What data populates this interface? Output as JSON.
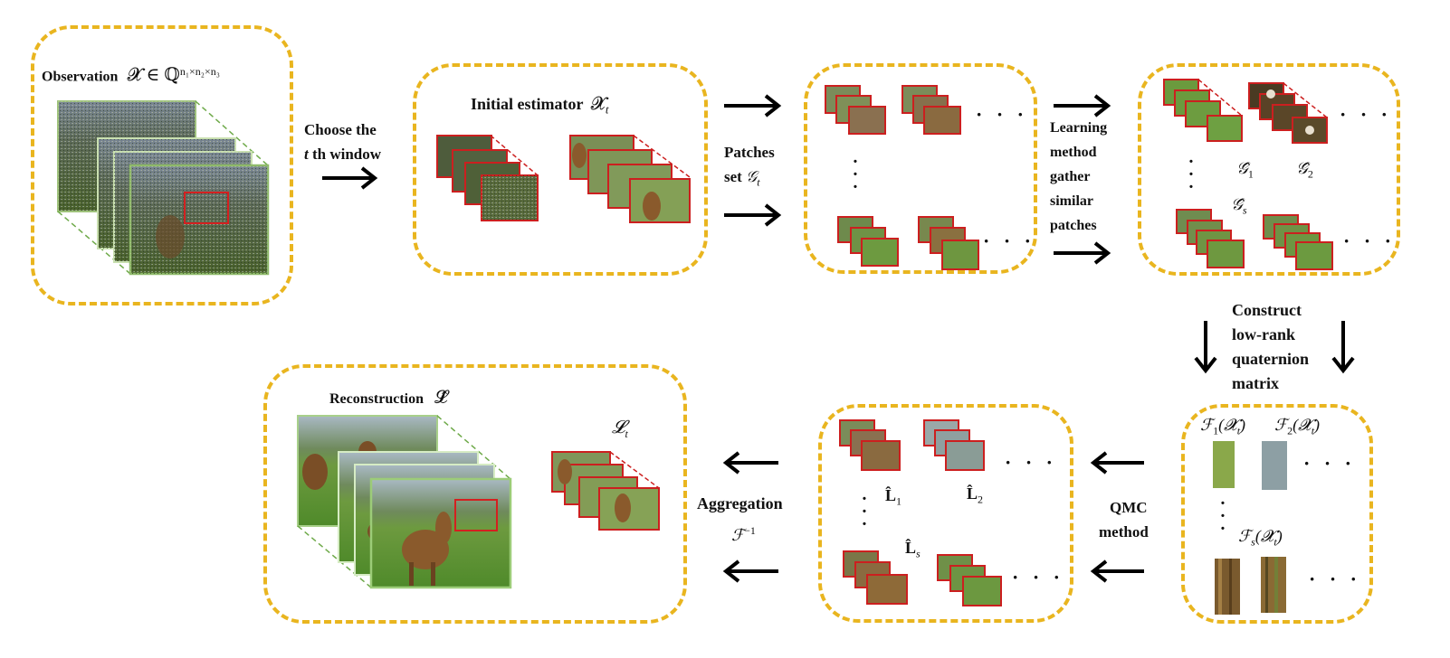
{
  "observation": {
    "label": "Observation",
    "math": "𝓧 ∈ ℚ",
    "superscript": "n₁×n₂×n₃"
  },
  "step_choose": {
    "line1": "Choose the",
    "line2_italic": "t",
    "line2_rest": " th window"
  },
  "initial": {
    "label": "Initial estimator",
    "math": "𝓧",
    "sub": "t"
  },
  "patches": {
    "line1": "Patches",
    "line2": "set",
    "math": "𝒢",
    "sub": "t"
  },
  "learning": {
    "lines": [
      "Learning",
      "method",
      "gather",
      "similar",
      "patches"
    ]
  },
  "groups": {
    "g1": "𝒢̂",
    "g1_sub": "1",
    "g2": "𝒢̂",
    "g2_sub": "2",
    "gs": "𝒢̂",
    "gs_sub": "s"
  },
  "construct": {
    "lines": [
      "Construct",
      "low-rank",
      "quaternion",
      "matrix"
    ]
  },
  "fmaps": {
    "f1": "ℱ",
    "f1_sub": "1",
    "f1_arg": "(𝓧",
    "f1_arg_sub": "t",
    "f1_close": ")",
    "f2": "ℱ",
    "f2_sub": "2",
    "f2_arg": "(𝓧",
    "f2_arg_sub": "t",
    "f2_close": ")",
    "fs": "ℱ",
    "fs_sub": "s",
    "fs_arg": "(𝓧",
    "fs_arg_sub": "t",
    "fs_close": ")"
  },
  "qmc": {
    "line1": "QMC",
    "line2": "method"
  },
  "lowrank": {
    "l1": "L̂",
    "l1_sub": "1",
    "l2": "L̂",
    "l2_sub": "2",
    "ls": "L̂",
    "ls_sub": "s"
  },
  "aggregation": {
    "label": "Aggregation",
    "math": "ℱ",
    "sup": "−1"
  },
  "lt": {
    "math": "𝓛",
    "sub": "t"
  },
  "reconstruction": {
    "label": "Reconstruction",
    "math": "𝓛̂"
  },
  "ellipsis": "· · ·",
  "colors": {
    "dash": "#e9b51f",
    "patch_border": "#cc1f1f",
    "grass": "#5f8f38",
    "sky": "#7f97a8",
    "horse": "#8a5a2c"
  }
}
